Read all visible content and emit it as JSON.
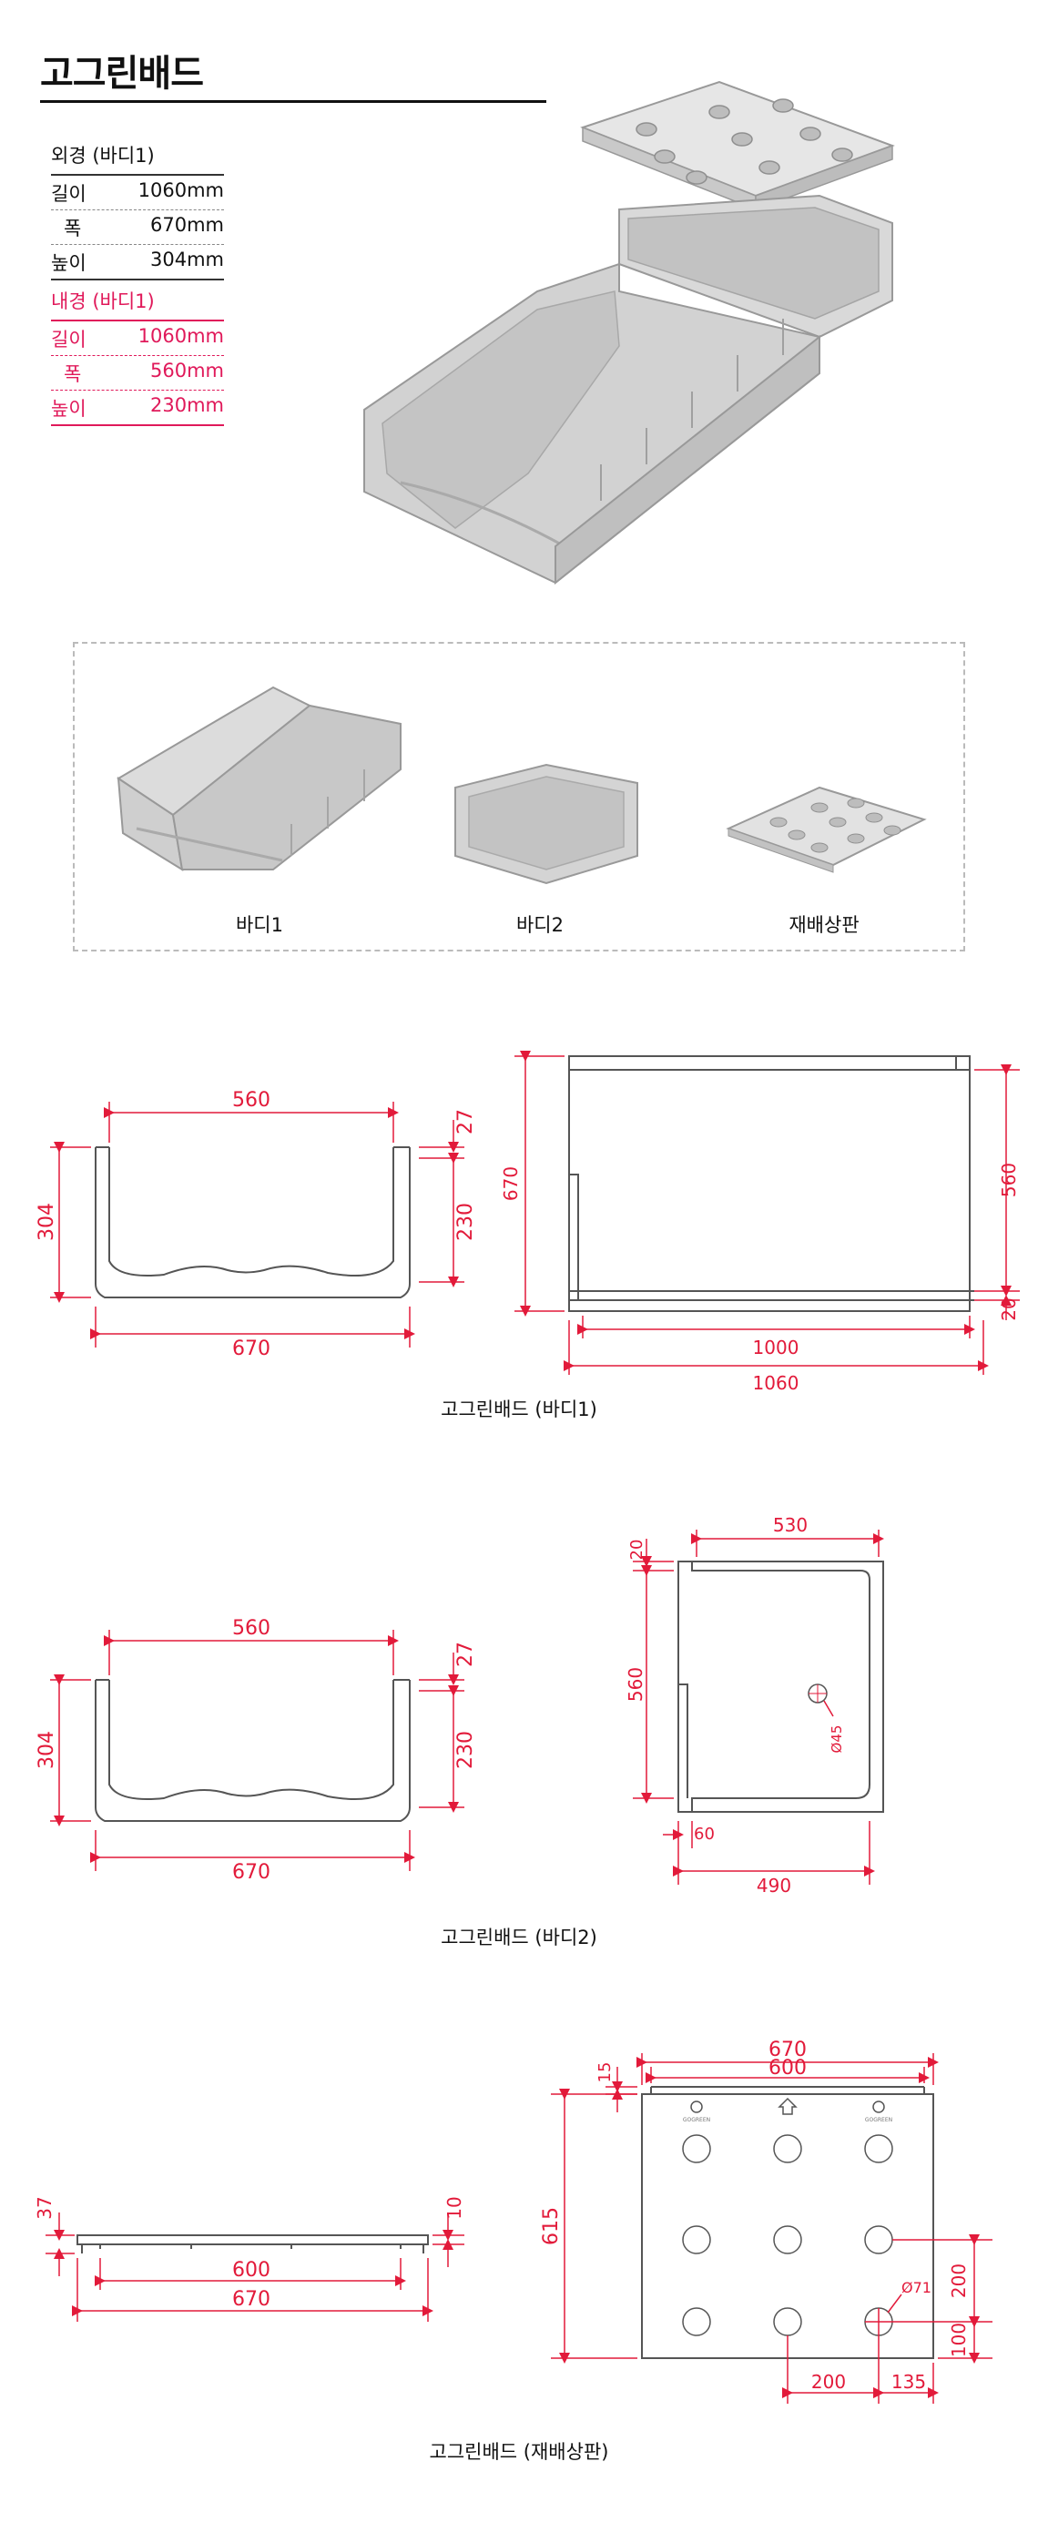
{
  "page": {
    "title": "고그린배드"
  },
  "outer_spec": {
    "heading": "외경 (바디1)",
    "rows": [
      {
        "label": "길이",
        "value": "1060mm"
      },
      {
        "label": "폭",
        "value": "670mm"
      },
      {
        "label": "높이",
        "value": "304mm"
      }
    ]
  },
  "inner_spec": {
    "heading": "내경 (바디1)",
    "rows": [
      {
        "label": "길이",
        "value": "1060mm"
      },
      {
        "label": "폭",
        "value": "560mm"
      },
      {
        "label": "높이",
        "value": "230mm"
      }
    ]
  },
  "parts": {
    "body1": "바디1",
    "body2": "바디2",
    "cover": "재배상판"
  },
  "body1_drawing": {
    "caption": "고그린배드 (바디1)",
    "section": {
      "inner_width": "560",
      "outer_width": "670",
      "height": "304",
      "inner_height": "230",
      "rim": "27"
    },
    "plan": {
      "width": "670",
      "inner_width": "560",
      "length_inner": "1000",
      "length": "1060",
      "offset": "20"
    }
  },
  "body2_drawing": {
    "caption": "고그린배드 (바디2)",
    "section": {
      "inner_width": "560",
      "outer_width": "670",
      "height": "304",
      "inner_height": "230",
      "rim": "27"
    },
    "plan": {
      "top": "20",
      "width": "530",
      "side": "560",
      "hole": "Ø45",
      "flange": "60",
      "bottom": "490"
    }
  },
  "cover_drawing": {
    "caption": "고그린배드 (재배상판)",
    "section": {
      "height": "37",
      "lip": "10",
      "inner": "600",
      "outer": "670"
    },
    "plan": {
      "outer": "670",
      "inner": "600",
      "top": "15",
      "length": "615",
      "spacing_v": "200",
      "edge_v": "100",
      "spacing_h": "200",
      "edge_h": "135",
      "hole": "Ø71",
      "logo_left": "GOGREEN",
      "logo_right": "GOGREEN"
    }
  },
  "colors": {
    "dimension": "#e21a3a",
    "accent": "#e0195a",
    "line": "#555555"
  }
}
